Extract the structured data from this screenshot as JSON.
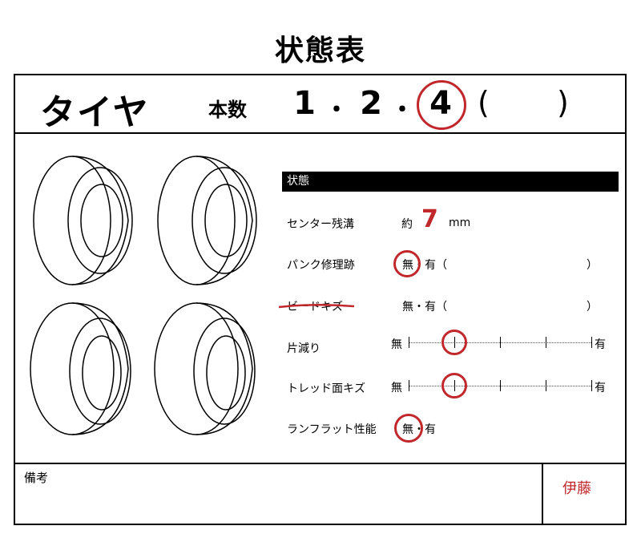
{
  "title": "状態表",
  "header": {
    "tire_label": "タイヤ",
    "count_label": "本数",
    "options": [
      "1",
      "2",
      "4"
    ],
    "separator": "・",
    "paren_open": "(",
    "paren_close": ")",
    "selected": "4"
  },
  "status": {
    "heading": "状態",
    "rows": [
      {
        "label": "センター残溝",
        "prefix": "約",
        "value": "7",
        "unit": "mm"
      },
      {
        "label": "パンク修理跡",
        "options_text": "無・有（",
        "close": "）",
        "selected": "無"
      },
      {
        "label": "ビードキズ",
        "options_text": "無・有（",
        "close": "）",
        "struck_out": true
      },
      {
        "label": "片減り",
        "left": "無",
        "right": "有",
        "level": 0.25
      },
      {
        "label": "トレッド面キズ",
        "left": "無",
        "right": "有",
        "level": 0.25
      },
      {
        "label": "ランフラット性能",
        "options_text": "無・有",
        "selected": "無"
      }
    ]
  },
  "footer": {
    "remarks_label": "備考",
    "signature": "伊藤"
  },
  "colors": {
    "mark": "#c0282c",
    "heading_bg": "#000000"
  }
}
